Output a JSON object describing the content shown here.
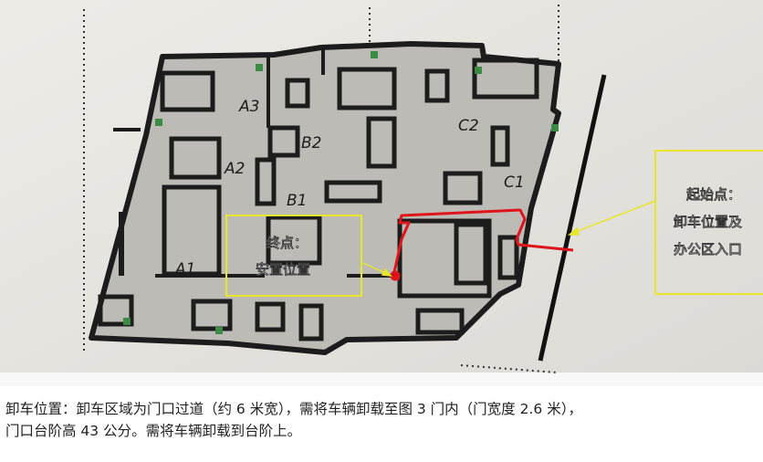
{
  "map": {
    "zones": [
      {
        "id": "A1",
        "label": "A1"
      },
      {
        "id": "A2",
        "label": "A2"
      },
      {
        "id": "A3",
        "label": "A3"
      },
      {
        "id": "B1",
        "label": "B1"
      },
      {
        "id": "B2",
        "label": "B2"
      },
      {
        "id": "C1",
        "label": "C1"
      },
      {
        "id": "C2",
        "label": "C2"
      }
    ],
    "callouts": {
      "end": {
        "line1": "终点：",
        "line2": "安置位置"
      },
      "start": {
        "line1": "起始点：",
        "line2": "卸车位置及",
        "line3": "办公区入口"
      }
    },
    "colors": {
      "wall": "#1c1c1c",
      "floor": "#b9b7b2",
      "background": "#e6e4df",
      "route": "#e0141b",
      "callout_border": "#e8e62a",
      "arrow": "#e8e62a"
    }
  },
  "caption": {
    "line1": "卸车位置：卸车区域为门口过道（约 6 米宽），需将车辆卸载至图 3 门内（门宽度 2.6 米），",
    "line2": "门口台阶高 43 公分。需将车辆卸载到台阶上。"
  }
}
